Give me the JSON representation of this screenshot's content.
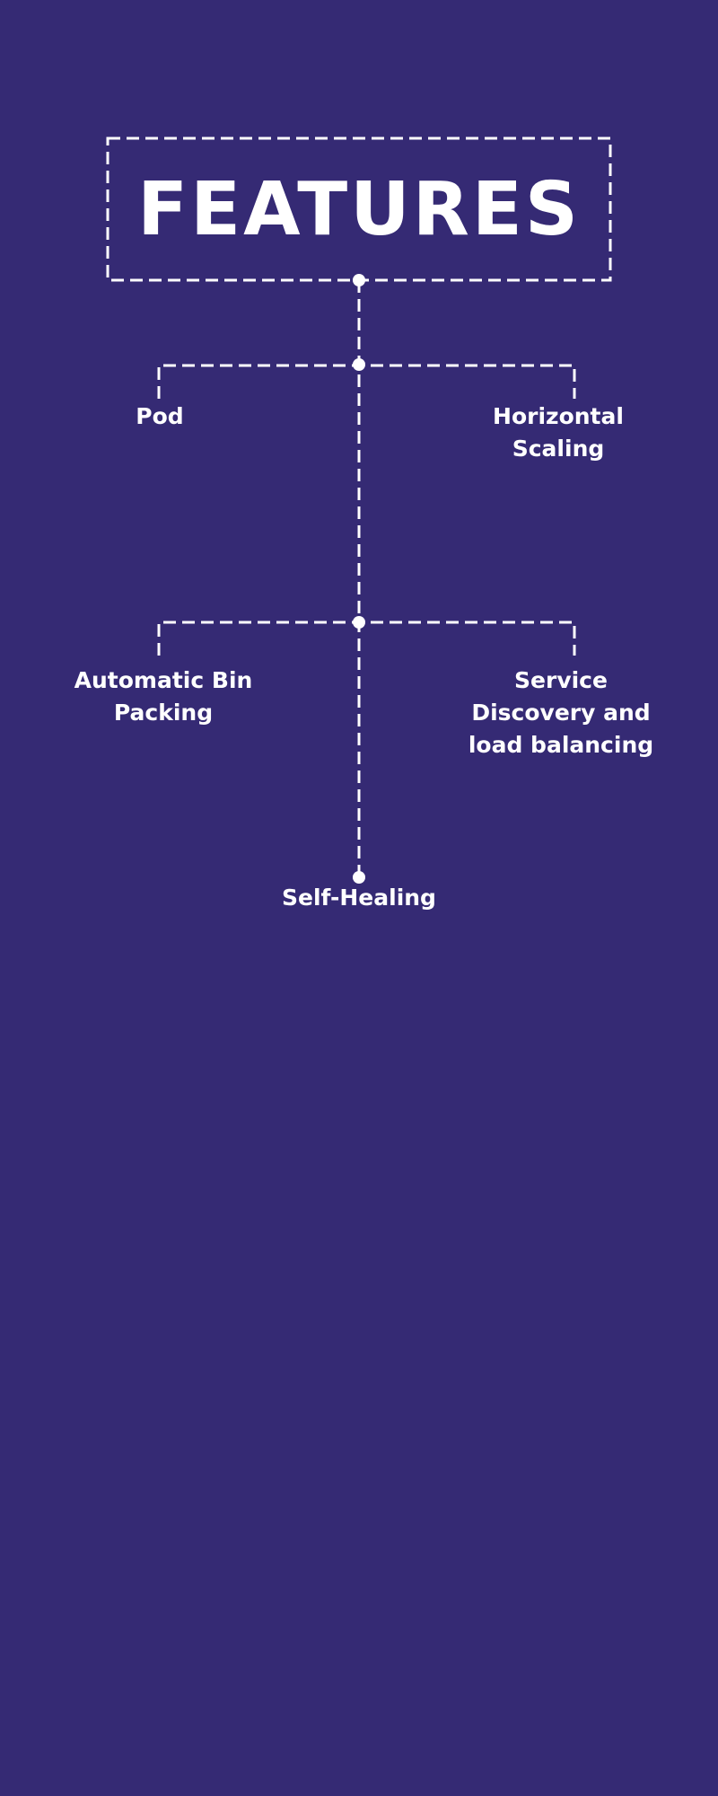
{
  "diagram": {
    "title": "FEATURES",
    "nodes": {
      "pod": "Pod",
      "horizontal_scaling": "Horizontal Scaling",
      "automatic_bin_packing": "Automatic Bin Packing",
      "service_discovery": "Service Discovery and load balancing",
      "self_healing": "Self-Healing"
    }
  },
  "colors": {
    "background": "#352a74",
    "foreground": "#ffffff"
  }
}
